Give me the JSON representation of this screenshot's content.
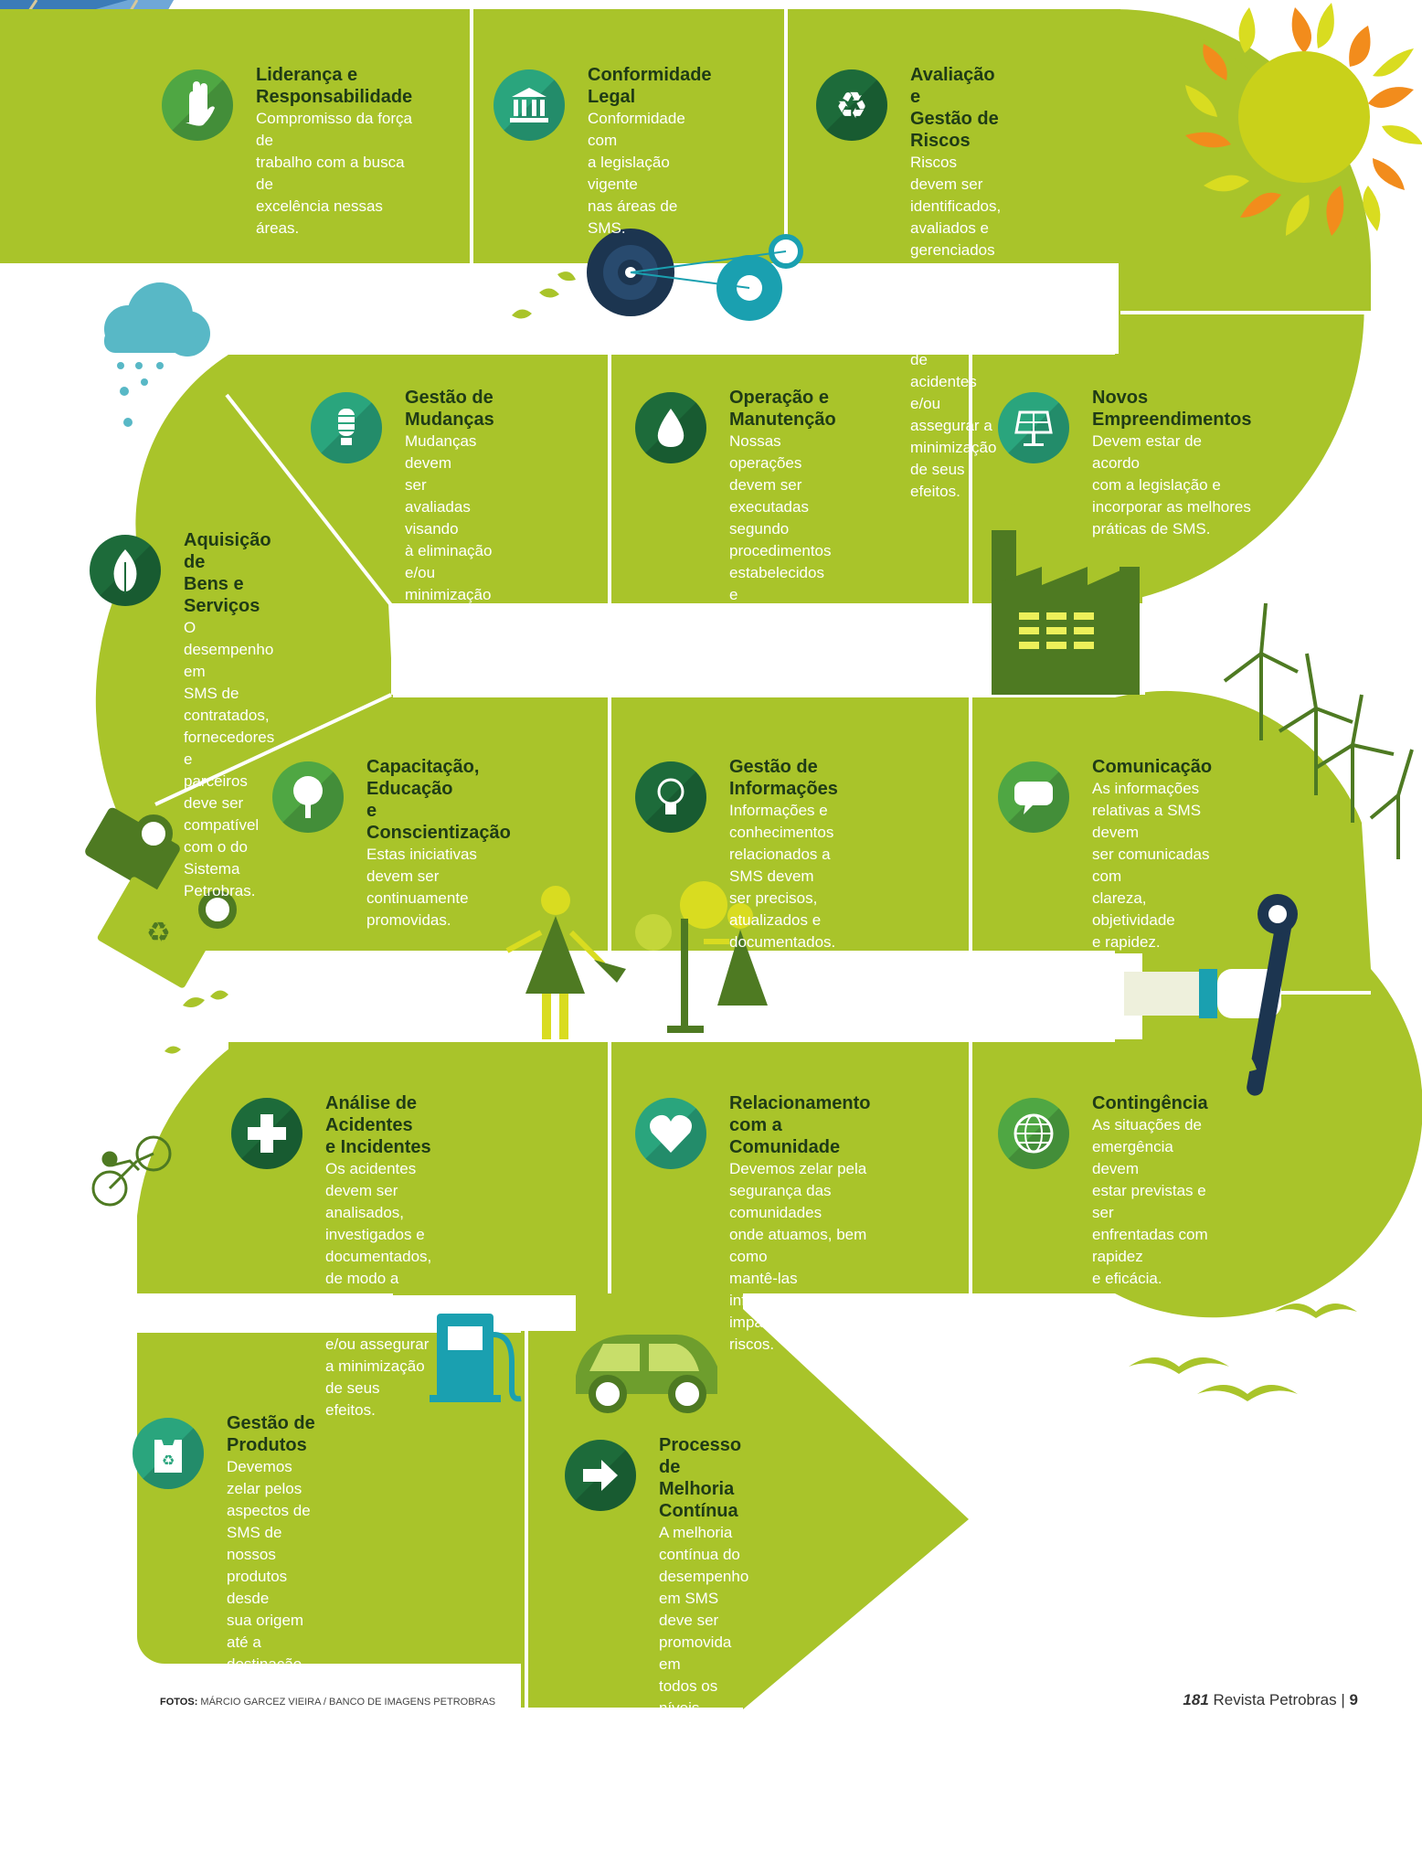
{
  "cards": [
    {
      "title": "Liderança e\nResponsabilidade",
      "text": "Compromisso da força de\ntrabalho com a busca de\nexcelência nessas áreas.",
      "icon": "hand-icon",
      "color": "#4fa743"
    },
    {
      "title": "Conformidade\nLegal",
      "text": "Conformidade com\na legislação vigente\nnas áreas de SMS.",
      "icon": "building-icon",
      "color": "#2aa57d"
    },
    {
      "title": "Avaliação e\nGestão de Riscos",
      "text": "Riscos devem ser identificados,\navaliados e gerenciados de\nmodo a evitar a ocorrência de\nacidentes e/ou assegurar a\nminimização de seus efeitos.",
      "icon": "recycle-icon",
      "color": "#1d6b3a"
    },
    {
      "title": "Gestão de Mudanças",
      "text": "Mudanças devem\nser avaliadas visando\nà eliminação e/ou\nminimização de riscos\ndecorrentes de sua\nimplantação.",
      "icon": "lightbulb-icon",
      "color": "#2aa57d"
    },
    {
      "title": "Operação e\nManutenção",
      "text": "Nossas operações\ndevem ser executadas\nsegundo procedimentos\nestabelecidos e\nutilizando instalações e\nequipamentos adequados.",
      "icon": "water-drop-icon",
      "color": "#1d6b3a"
    },
    {
      "title": "Novos\nEmpreendimentos",
      "text": "Devem estar de acordo\ncom a legislação e\nincorporar  as melhores\npráticas de SMS.",
      "icon": "solar-panel-icon",
      "color": "#2aa57d"
    },
    {
      "title": "Aquisição de\nBens e Serviços",
      "text": "O desempenho em\nSMS de contratados,\nfornecedores e\nparceiros deve ser\ncompatível com o do\nSistema Petrobras.",
      "icon": "leaf-icon",
      "color": "#1d6b3a"
    },
    {
      "title": "Capacitação, Educação\ne Conscientização",
      "text": "Estas iniciativas devem ser\ncontinuamente promovidas.",
      "icon": "tree-icon",
      "color": "#4fa743"
    },
    {
      "title": "Gestão de Informações",
      "text": "Informações e conhecimentos\nrelacionados a SMS devem\nser precisos, atualizados e\ndocumentados.",
      "icon": "lightbulb-icon",
      "color": "#1d6b3a"
    },
    {
      "title": "Comunicação",
      "text": "As informações\nrelativas a SMS devem\nser comunicadas com\nclareza, objetividade\ne rapidez.",
      "icon": "speech-bubble-icon",
      "color": "#4fa743"
    },
    {
      "title": "Análise de Acidentes\ne Incidentes",
      "text": "Os acidentes devem ser analisados,\ninvestigados e documentados,\nde modo a evitar sua repetição\ne/ou assegurar a minimização\nde seus efeitos.",
      "icon": "cross-icon",
      "color": "#1d6b3a"
    },
    {
      "title": "Relacionamento\ncom a Comunidade",
      "text": "Devemos zelar pela\nsegurança das comunidades\nonde atuamos, bem como\nmantê-las informadas sobre\nimpactos e/ou riscos.",
      "icon": "heart-icon",
      "color": "#2aa57d"
    },
    {
      "title": "Contingência",
      "text": "As situações de\nemergência devem\nestar previstas e ser\nenfrentadas com rapidez\ne eficácia.",
      "icon": "globe-icon",
      "color": "#4fa743"
    },
    {
      "title": "Gestão de Produtos",
      "text": "Devemos zelar pelos aspectos de\nSMS de nossos produtos desde\nsua origem até a destinação final,\ne também nos empenhar na\nconstante redução dos impactos que\neventualmente possamos causar.",
      "icon": "recycle-bag-icon",
      "color": "#2aa57d"
    },
    {
      "title": "Processo de\nMelhoria Contínua",
      "text": "A melhoria contínua do\ndesempenho em SMS\ndeve ser promovida em\ntodos os níveis.",
      "icon": "arrow-icon",
      "color": "#1d6b3a"
    }
  ],
  "footer": {
    "credit_label": "FOTOS:",
    "credit_text": "MÁRCIO GARCEZ VIEIRA / BANCO DE IMAGENS PETROBRAS",
    "issue_number": "181",
    "magazine": "Revista Petrobras",
    "page": "9"
  },
  "colors": {
    "path": "#a9c42a",
    "dark_green": "#4e7a22",
    "teal": "#1aa0b0",
    "orange": "#f28c1c",
    "yellow": "#d9dc20"
  }
}
